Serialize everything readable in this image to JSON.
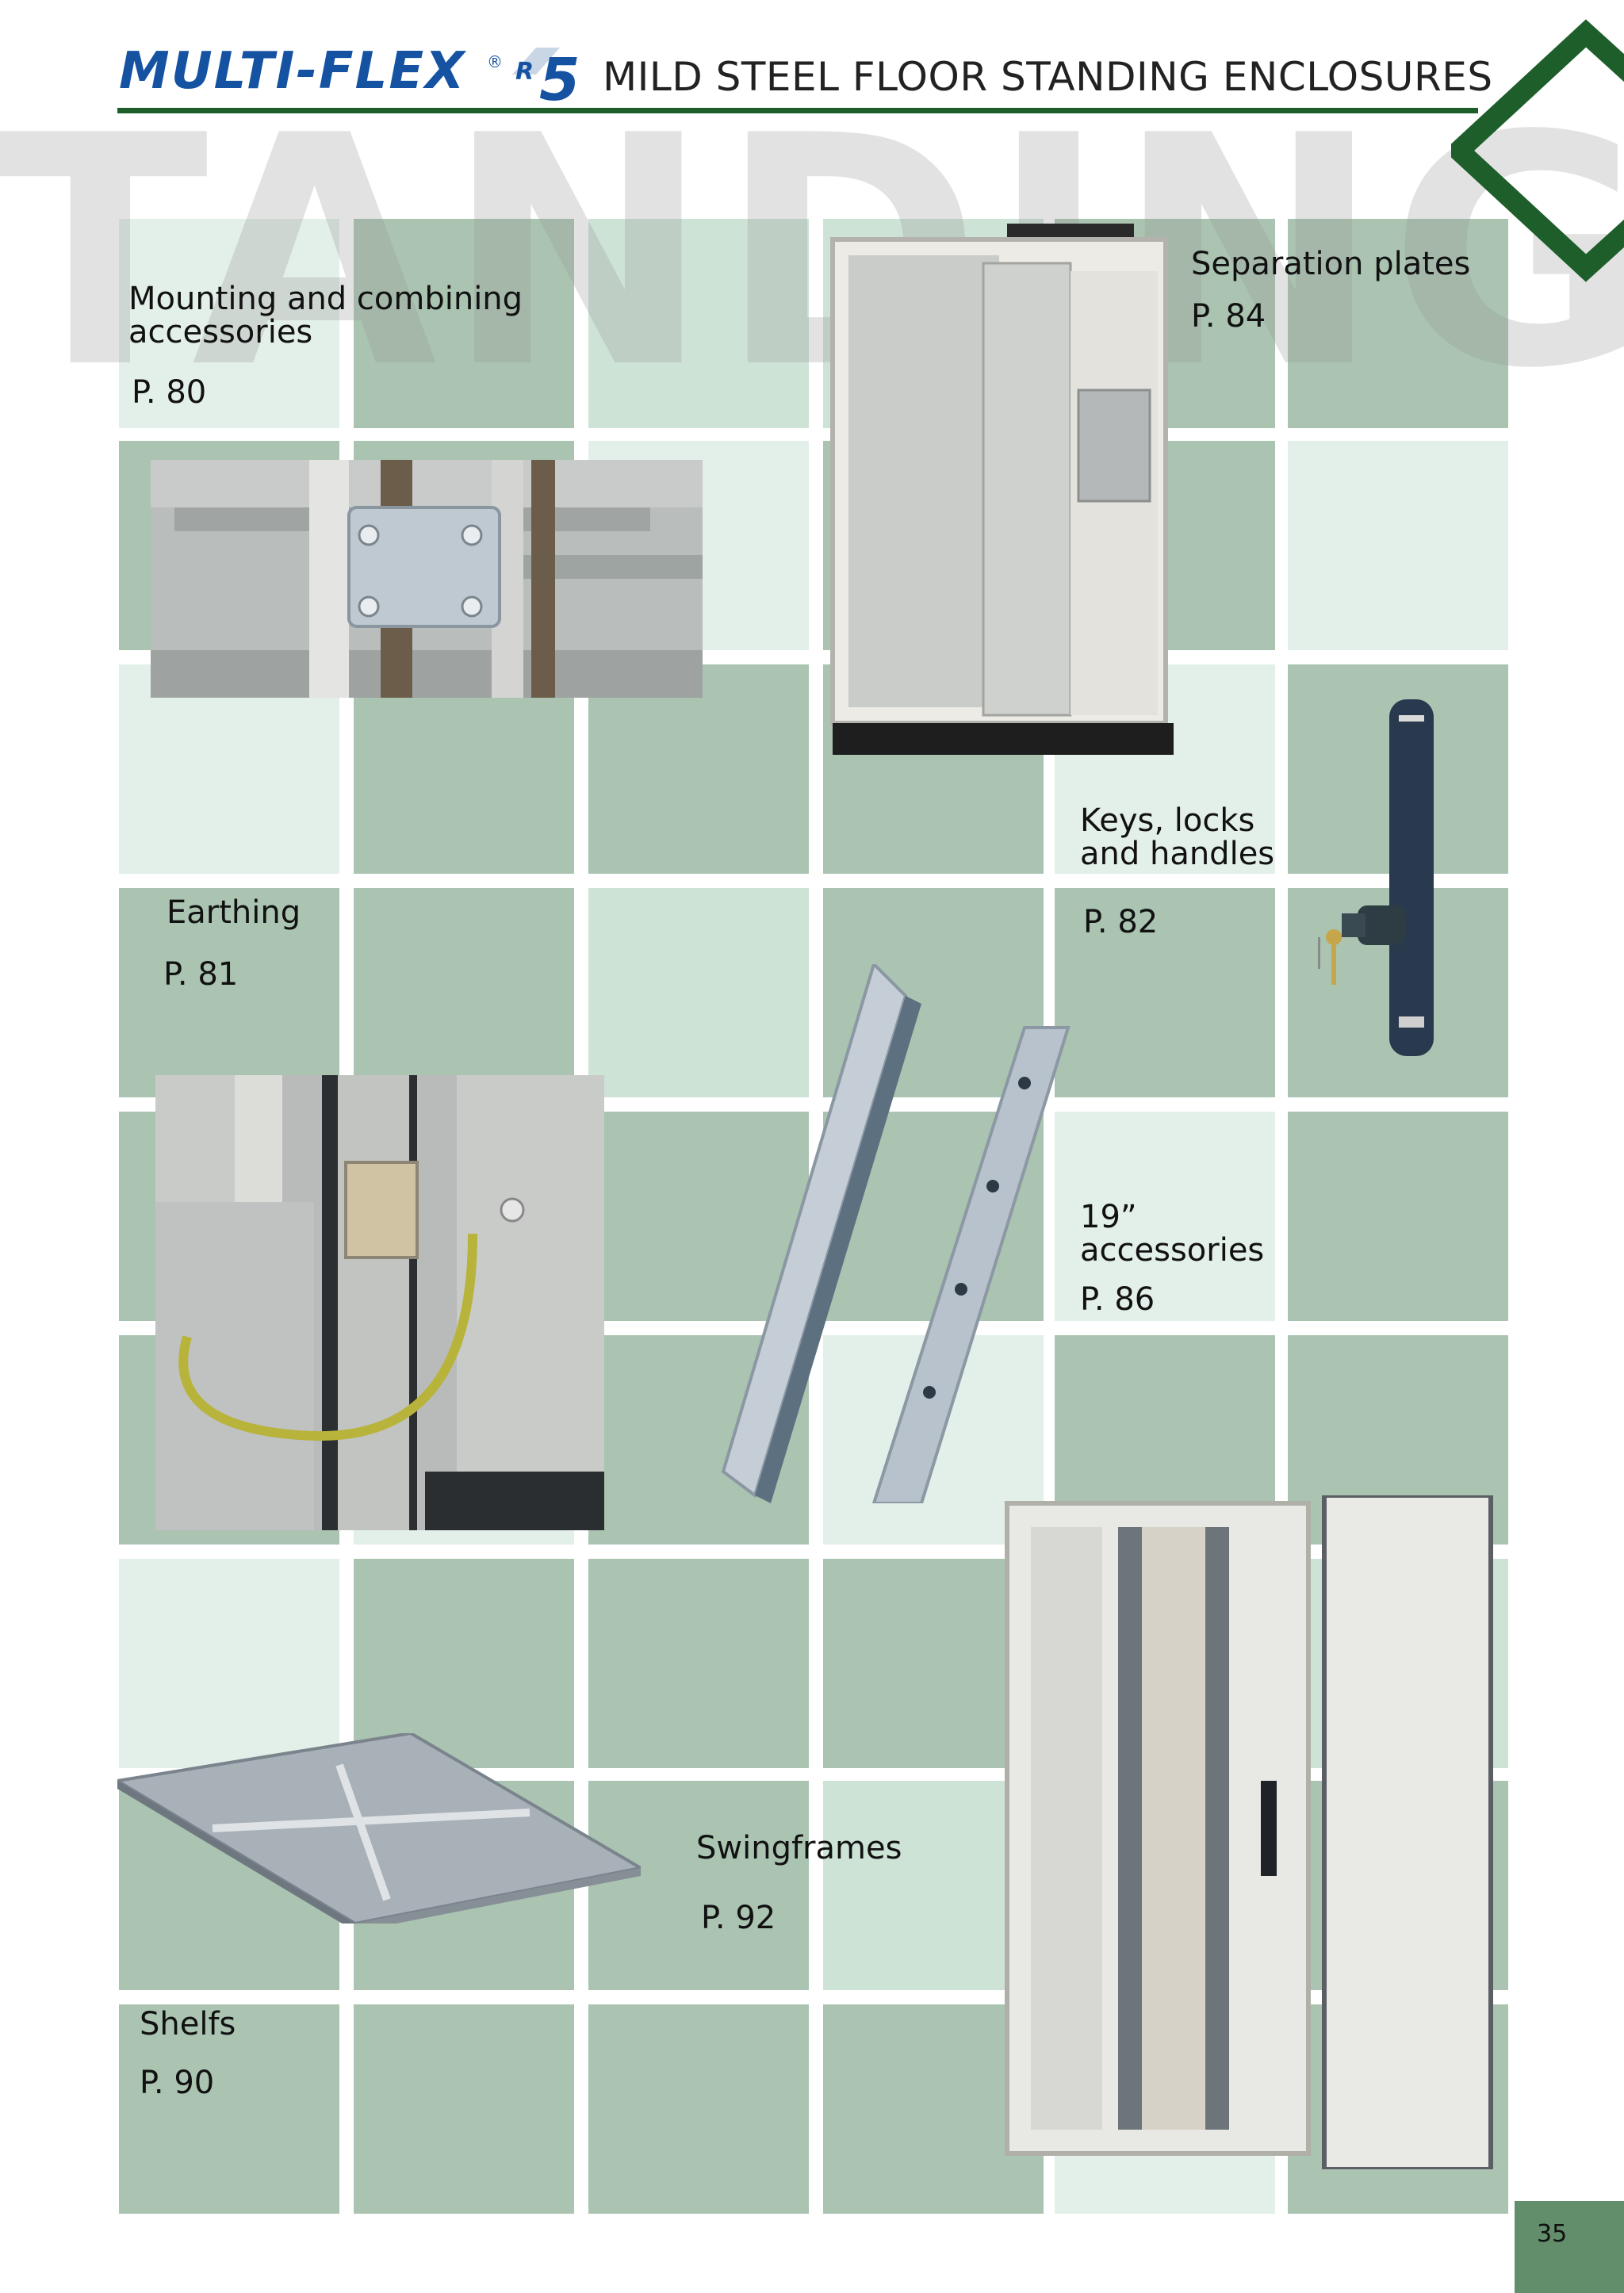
{
  "header": {
    "brand": "MULTI-FLEX",
    "brand_reg": "®",
    "series": "R5",
    "title": "MILD STEEL FLOOR STANDING ENCLOSURES"
  },
  "watermark": "TANDING",
  "sections": {
    "mounting": {
      "title_line1": "Mounting and combining",
      "title_line2": "accessories",
      "page": "P. 80"
    },
    "separation": {
      "title": "Separation plates",
      "page": "P. 84"
    },
    "keys": {
      "title_line1": "Keys, locks",
      "title_line2": "and handles",
      "page": "P. 82"
    },
    "earthing": {
      "title": "Earthing",
      "page": "P. 81"
    },
    "nineteen": {
      "title_line1": "19”",
      "title_line2": "accessories",
      "page": "P. 86"
    },
    "swingframes": {
      "title": "Swingframes",
      "page": "P. 92"
    },
    "shelfs": {
      "title": "Shelfs",
      "page": "P. 90"
    }
  },
  "page_number": "35",
  "colors": {
    "tile_mid": "#aac4b1",
    "tile_light": "#cde3d6",
    "tile_pale": "#e3efe9",
    "brand_blue": "#1553a2",
    "rule_green": "#1d5e2a",
    "page_box": "#628e6c"
  }
}
